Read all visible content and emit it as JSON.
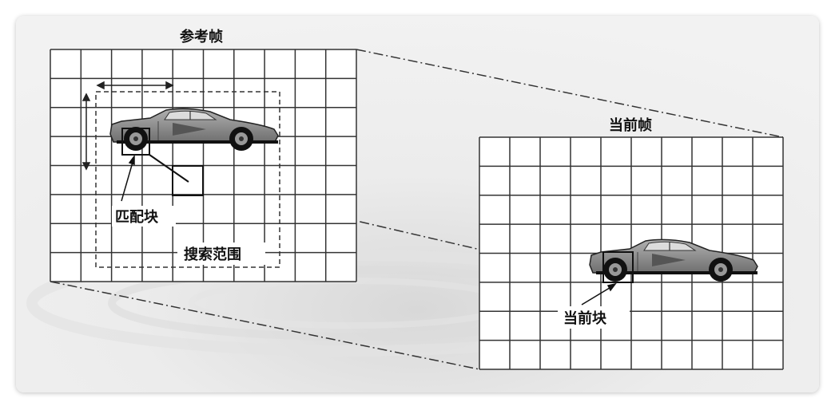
{
  "labels": {
    "reference_frame": "参考帧",
    "current_frame": "当前帧",
    "matching_block": "匹配块",
    "search_range": "搜索范围",
    "current_block": "当前块"
  },
  "colors": {
    "grid_line": "#333333",
    "car_body": "#8a8a8a",
    "background": "#e9e9e9"
  }
}
